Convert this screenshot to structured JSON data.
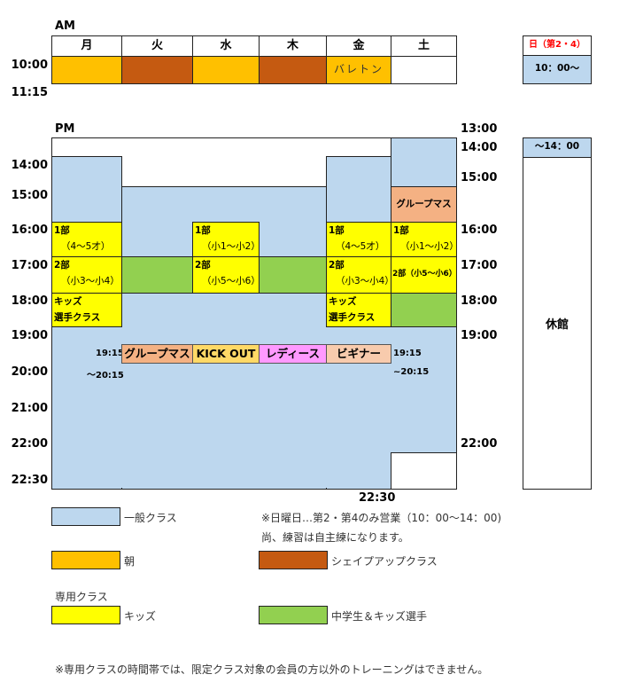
{
  "am": {
    "label": "AM",
    "days": [
      "月",
      "火",
      "水",
      "木",
      "金",
      "土"
    ],
    "times": [
      "10:00",
      "11:15"
    ],
    "cells": [
      {
        "day": "月",
        "class": "朝",
        "text": ""
      },
      {
        "day": "火",
        "class": "シェイプアップクラス",
        "text": ""
      },
      {
        "day": "水",
        "class": "朝",
        "text": ""
      },
      {
        "day": "木",
        "class": "シェイプアップクラス",
        "text": ""
      },
      {
        "day": "金",
        "class": "朝",
        "text": "バレトン"
      },
      {
        "day": "土",
        "class": "",
        "text": ""
      }
    ]
  },
  "sunday": {
    "header": "日（第2・4）",
    "am_time": "10：00～",
    "pm_time": "～14：00",
    "closed": "休館",
    "header_color": "#FF0000"
  },
  "pm": {
    "label": "PM",
    "left_times": [
      "14:00",
      "15:00",
      "16:00",
      "17:00",
      "18:00",
      "19:00",
      "20:00",
      "21:00",
      "22:00",
      "22:30"
    ],
    "right_times": [
      "13:00",
      "14:00",
      "15:00",
      "16:00",
      "17:00",
      "18:00",
      "19:00",
      "22:00"
    ],
    "bottom_time": "22:30",
    "sat_group": "グループマス",
    "kids": {
      "mon_1": {
        "title": "1部",
        "sub": "（4～5才）"
      },
      "mon_2": {
        "title": "2部",
        "sub": "（小3～小4）"
      },
      "mon_3": {
        "title": "キッズ",
        "sub": "選手クラス"
      },
      "wed_1": {
        "title": "1部",
        "sub": "（小1～小2）"
      },
      "wed_2": {
        "title": "2部",
        "sub": "（小5～小6）"
      },
      "fri_1": {
        "title": "1部",
        "sub": "（4～5才）"
      },
      "fri_2": {
        "title": "2部",
        "sub": "（小3～小4）"
      },
      "fri_3": {
        "title": "キッズ",
        "sub": "選手クラス"
      },
      "sat_1": {
        "title": "1部",
        "sub": "（小1～小2）"
      },
      "sat_2": {
        "title": "2部（小5～小6）"
      }
    },
    "evening": {
      "start_left": "19:15",
      "end_left": "～20:15",
      "start_right": "19:15",
      "end_right": "~20:15",
      "classes": [
        "グループマス",
        "KICK OUT",
        "レディース",
        "ビギナー"
      ]
    }
  },
  "legend": {
    "general": "一般クラス",
    "morning": "朝",
    "shapeup": "シェイプアップクラス",
    "dedicated_heading": "専用クラス",
    "kids": "キッズ",
    "junior": "中学生＆キッズ選手",
    "sunday_note_1": "※日曜日…第2・第4のみ営業（10：00～14：00)",
    "sunday_note_2": "尚、練習は自主練になります。"
  },
  "footer_note": "※専用クラスの時間帯では、限定クラス対象の会員の方以外のトレーニングはできません。",
  "colors": {
    "general": "#BDD7EE",
    "morning": "#FFC000",
    "shapeup": "#C55A11",
    "kids": "#FFFF00",
    "junior": "#92D050",
    "group": "#F4B183",
    "kickout": "#FFD966",
    "ladies": "#FF99FF",
    "beginner": "#F8CBAD"
  }
}
